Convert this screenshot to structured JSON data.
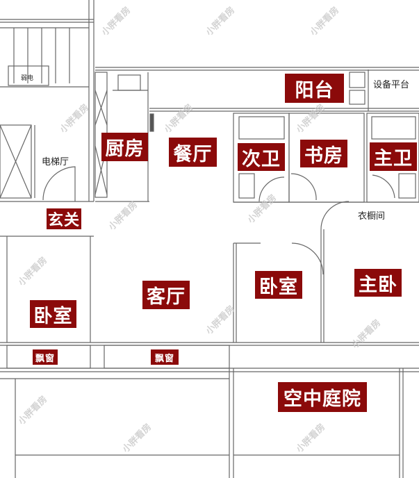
{
  "rooms": {
    "balcony": "阳台",
    "equipment_platform": "设备平台",
    "kitchen": "厨房",
    "dining": "餐厅",
    "second_bath": "次卫",
    "study": "书房",
    "master_bath": "主卫",
    "elevator_hall": "电梯厅",
    "closet": "衣橱间",
    "foyer": "玄关",
    "bedroom_left": "卧室",
    "living": "客厅",
    "bedroom_right": "卧室",
    "master_bedroom": "主卧",
    "bay_window_left": "飘窗",
    "bay_window_center": "飘窗",
    "sky_garden": "空中庭院",
    "weak_current": "弱电"
  },
  "watermark": "小胖看房",
  "colors": {
    "label_bg": "#8b0a0a",
    "wall": "#555555"
  }
}
